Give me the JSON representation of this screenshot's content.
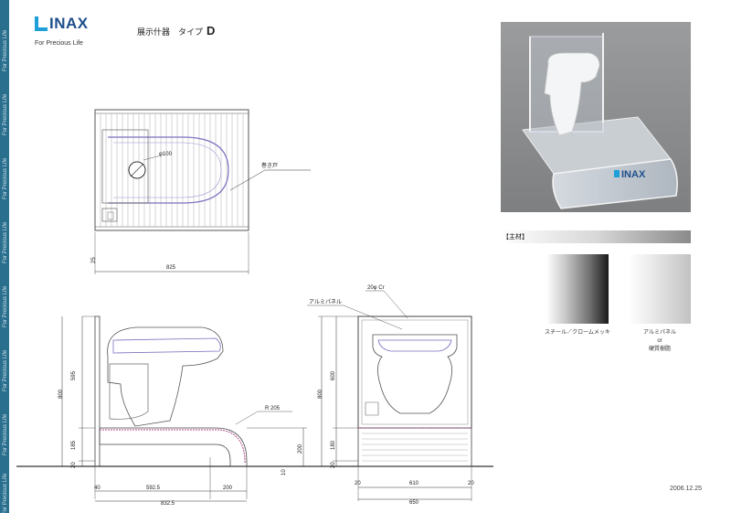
{
  "brand": {
    "name": "INAX",
    "tagline": "For Precious Life",
    "color": "#1d4f8b"
  },
  "sidebar": {
    "text": "For Precious Life",
    "color": "#2a6f8e"
  },
  "title": {
    "label": "展示什器　タイプ",
    "type": "D"
  },
  "plan_view": {
    "hole_label": "φ100",
    "door_label": "巻き戸",
    "dim_width": "825",
    "dim_side": "25"
  },
  "side_view": {
    "dim_height_total": "800",
    "dim_upper": "595",
    "dim_lower": "185",
    "dim_base": "20",
    "dim_radius": "R 205",
    "dim_curve_height": "200",
    "dim_step": "10",
    "dim_left": "40",
    "dim_middle": "592.5",
    "dim_right": "200",
    "dim_total": "832.5"
  },
  "front_view": {
    "pipe_label": "20φ Cr",
    "panel_label": "アルミパネル",
    "dim_height_total": "800",
    "dim_upper": "600",
    "dim_lower": "180",
    "dim_base": "20",
    "dim_left": "20",
    "dim_middle": "610",
    "dim_right": "20",
    "dim_total": "650"
  },
  "materials": {
    "header": "【主材】",
    "steel_label": "スチール／クロームメッキ",
    "alu_label_1": "アルミパネル",
    "alu_label_2": "or",
    "alu_label_3": "硬質樹脂"
  },
  "photo": {
    "logo_text": "INAX"
  },
  "date": "2006.12.25"
}
